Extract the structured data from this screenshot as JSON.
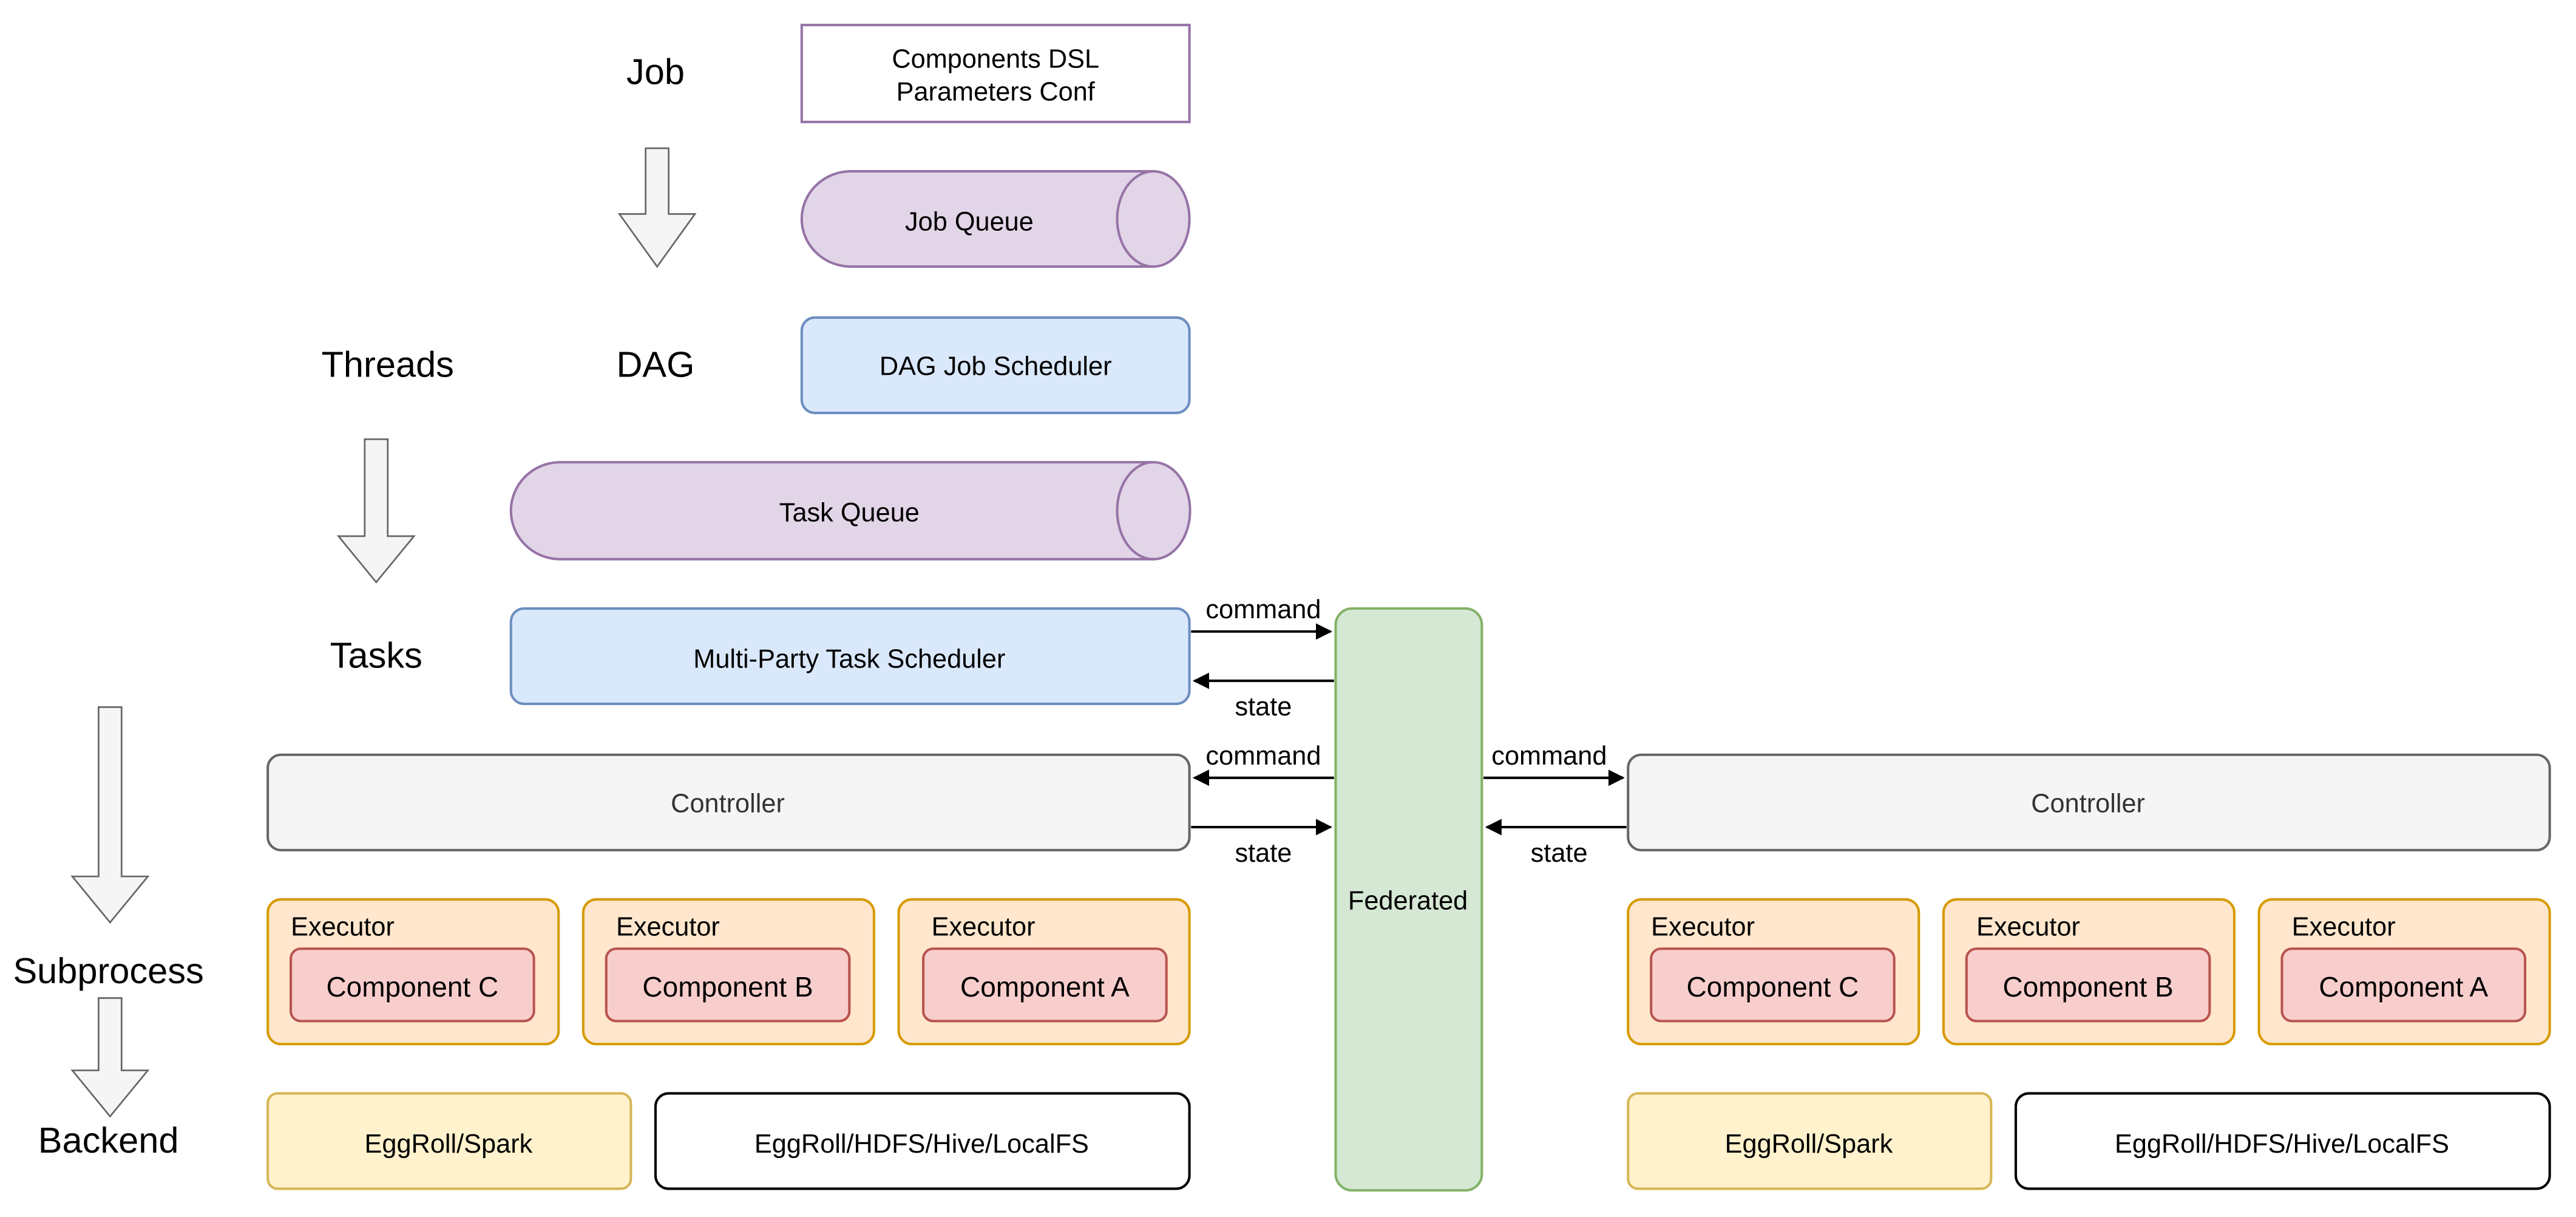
{
  "labels": {
    "job": "Job",
    "dag": "DAG",
    "threads": "Threads",
    "tasks": "Tasks",
    "subprocess": "Subprocess",
    "backend": "Backend"
  },
  "boxes": {
    "components_dsl_line1": "Components DSL",
    "components_dsl_line2": "Parameters Conf",
    "job_queue": "Job Queue",
    "dag_job_scheduler": "DAG Job Scheduler",
    "task_queue": "Task Queue",
    "multi_party_task_scheduler": "Multi-Party Task Scheduler",
    "federated": "Federated"
  },
  "arrows": {
    "command": "command",
    "state": "state"
  },
  "left": {
    "controller": "Controller",
    "executors": [
      {
        "label": "Executor",
        "component": "Component C"
      },
      {
        "label": "Executor",
        "component": "Component B"
      },
      {
        "label": "Executor",
        "component": "Component A"
      }
    ],
    "compute_backend": "EggRoll/Spark",
    "storage_backend": "EggRoll/HDFS/Hive/LocalFS"
  },
  "right": {
    "controller": "Controller",
    "executors": [
      {
        "label": "Executor",
        "component": "Component C"
      },
      {
        "label": "Executor",
        "component": "Component B"
      },
      {
        "label": "Executor",
        "component": "Component A"
      }
    ],
    "compute_backend": "EggRoll/Spark",
    "storage_backend": "EggRoll/HDFS/Hive/LocalFS"
  },
  "colors": {
    "purple_fill": "#e1d5e7",
    "purple_stroke": "#9673a6",
    "blue_fill": "#dae8fc",
    "blue_stroke": "#6c8ebf",
    "gray_fill": "#f5f5f5",
    "gray_stroke": "#666666",
    "orange_fill": "#ffe6cc",
    "orange_stroke": "#d79b00",
    "red_fill": "#f8cecc",
    "red_stroke": "#b85450",
    "yellow_fill": "#fff2cc",
    "yellow_stroke": "#d6b656",
    "green_fill": "#d5e8d4",
    "green_stroke": "#82b366"
  }
}
